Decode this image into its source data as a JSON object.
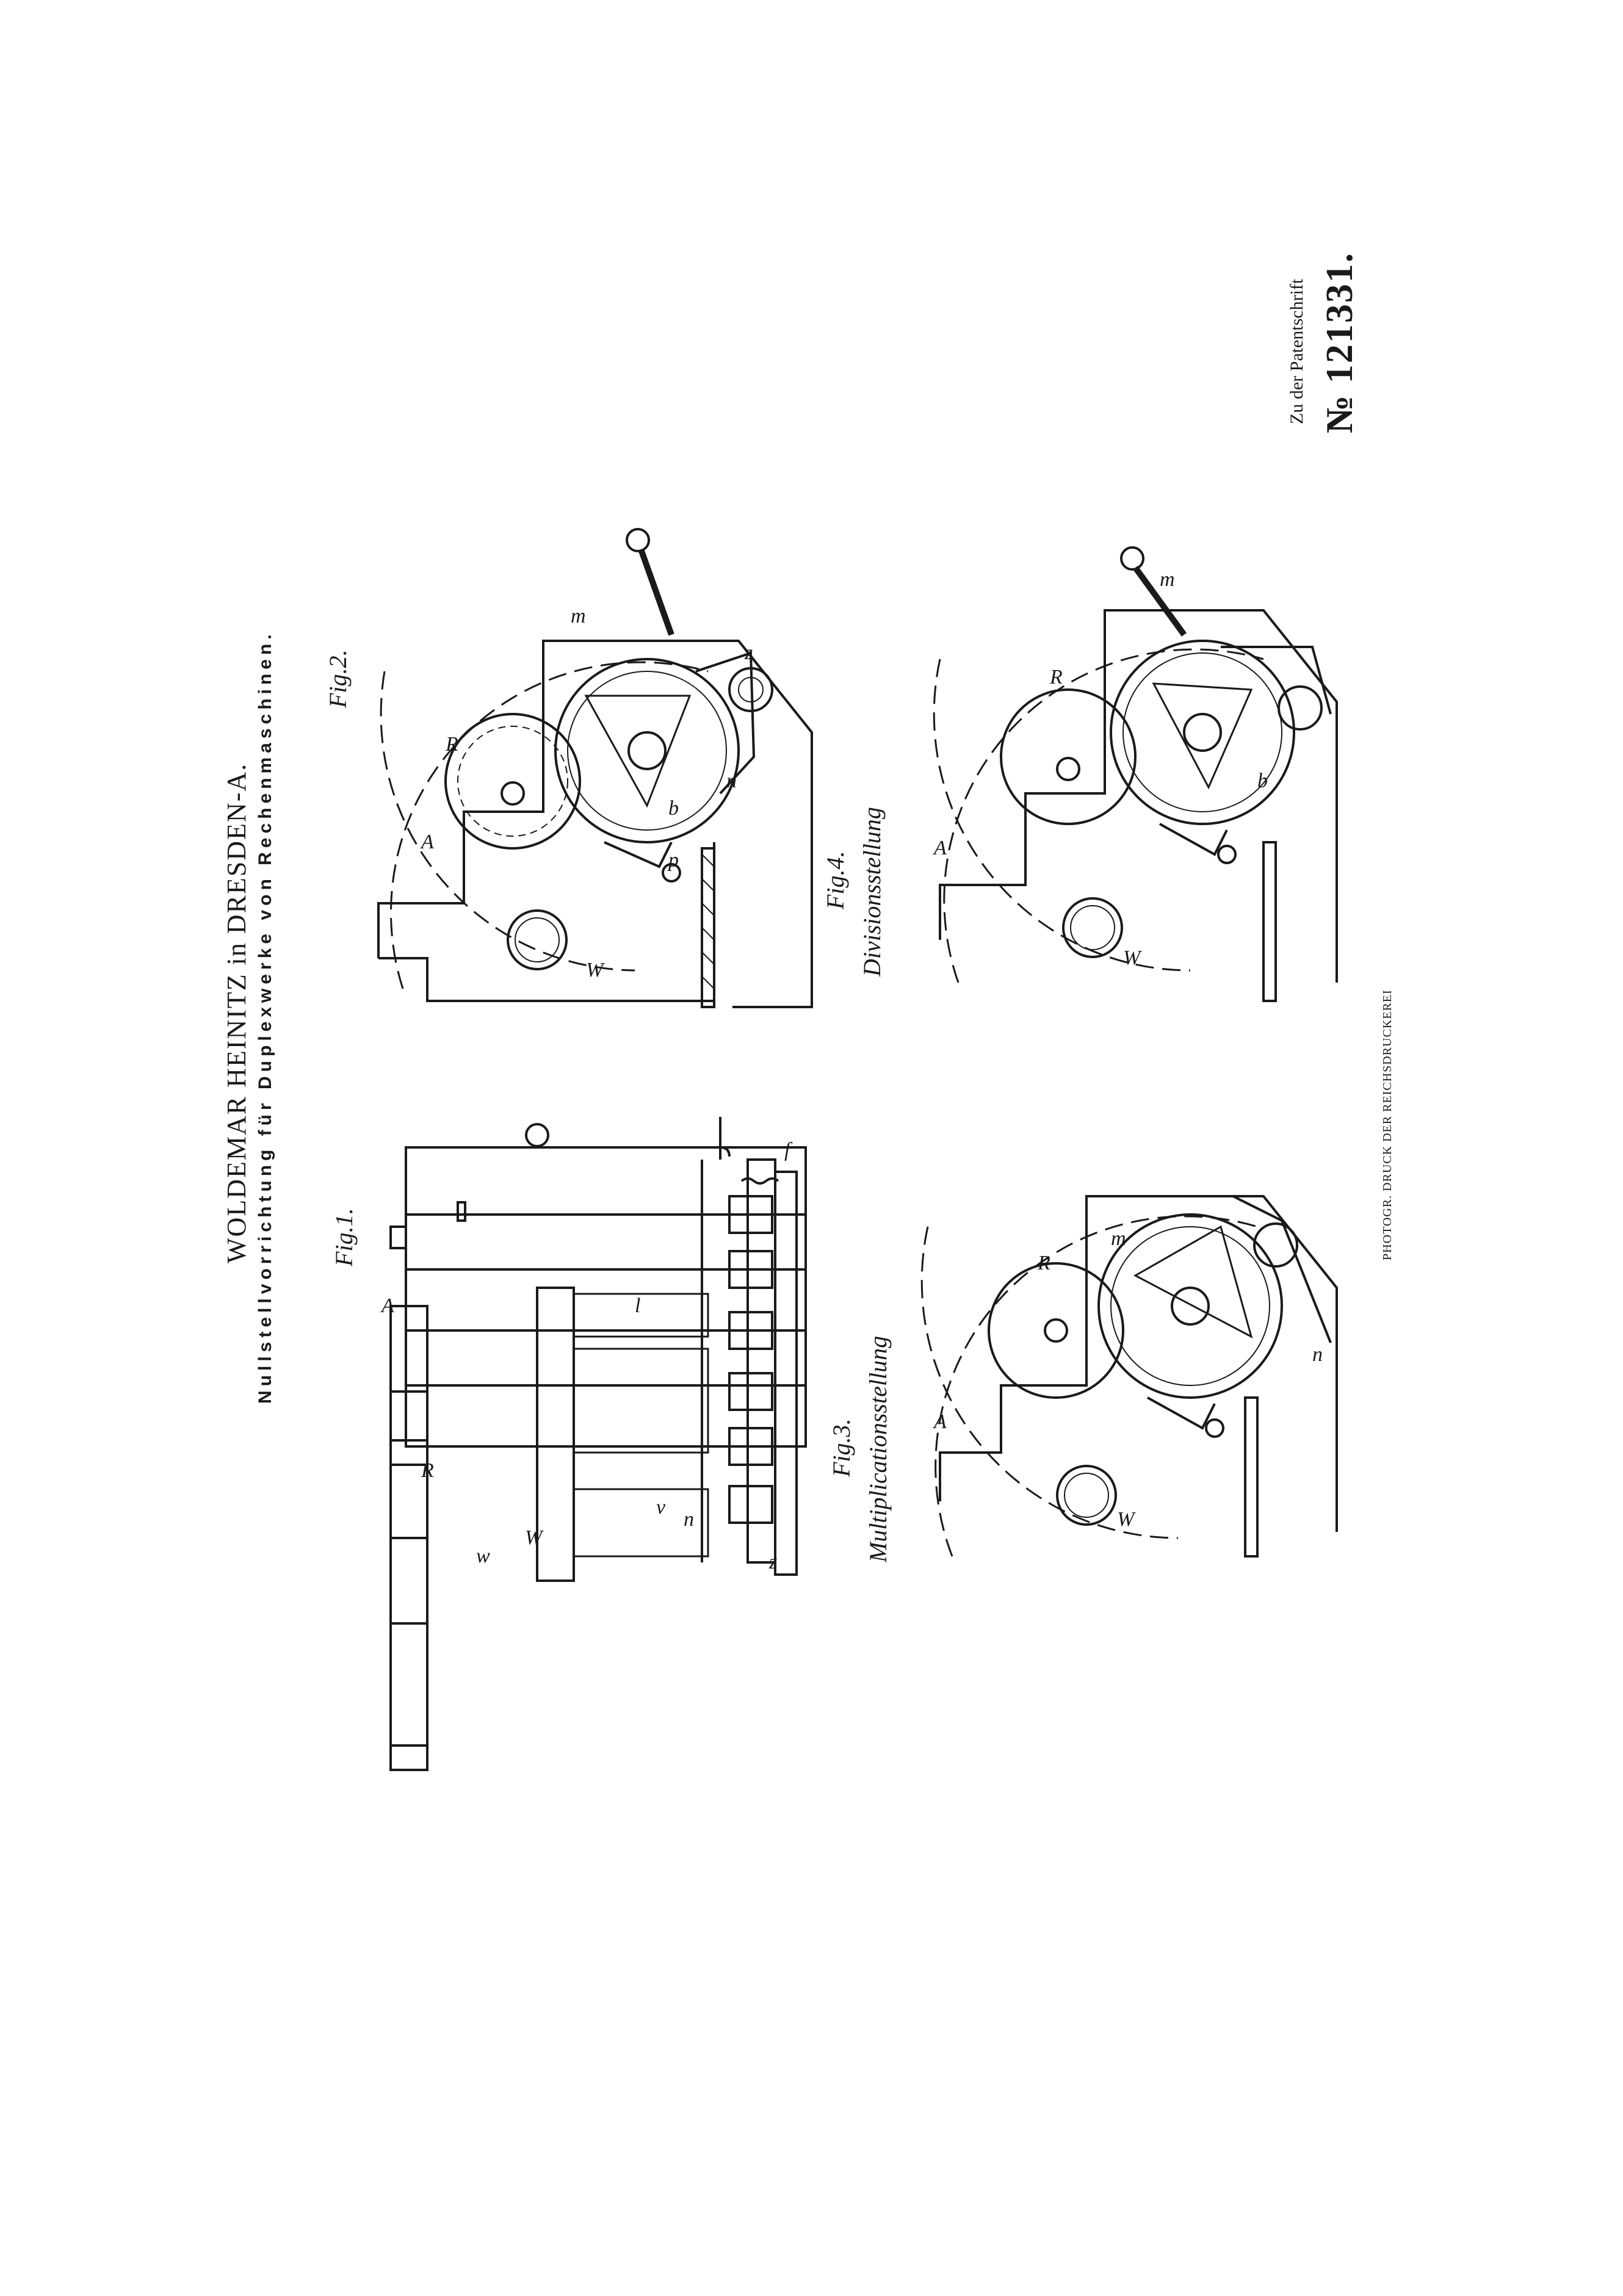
{
  "header": {
    "inventor": "WOLDEMAR HEINITZ in DRESDEN-A.",
    "title": "Nullstellvorrichtung für Duplexwerke von Rechenmaschinen."
  },
  "patent": {
    "prefix": "Zu der Patentschrift",
    "number": "№ 121331."
  },
  "figures": {
    "fig1": "Fig.1.",
    "fig2": "Fig.2.",
    "fig3": "Fig.3.",
    "fig4": "Fig.4."
  },
  "captions": {
    "fig3": "Multiplicationsstellung",
    "fig4": "Divisionsstellung"
  },
  "labels": [
    "A",
    "R",
    "W",
    "w",
    "m",
    "n",
    "z",
    "p",
    "b",
    "v",
    "l",
    "f"
  ],
  "footer": {
    "printer": "PHOTOGR. DRUCK DER REICHSDRUCKEREI"
  }
}
